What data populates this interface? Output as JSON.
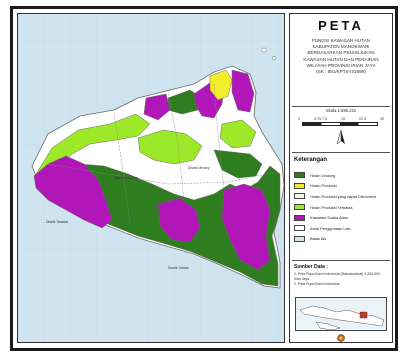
{
  "title": "PETA",
  "subtitle_lines": [
    "FUNGSI KAWASAN HUTAN",
    "KABUPATEN MANOKWARI",
    "BERDASARKAN PENUNJUKAN",
    "KAWASAN HUTAN DAN PERAIRAN",
    "WILAYAH PROVINSI IRIAN JAYA",
    "(SK : 891/KPTS-II/1999)"
  ],
  "scale_text": "Skala 1:596.222",
  "scale_labels": [
    "0",
    "3.75 7.5",
    "15",
    "22.5",
    "30"
  ],
  "legend_heading": "Keterangan",
  "legend_items": [
    {
      "label": "Hutan Lindung",
      "color": "#2e7d1f"
    },
    {
      "label": "Hutan Produksi",
      "color": "#f2ee2a"
    },
    {
      "label": "Hutan Produksi yang dapat Dikonversi",
      "color": "#f4f4f4"
    },
    {
      "label": "Hutan Produksi Terbatas",
      "color": "#9de829"
    },
    {
      "label": "Kawasan Suaka Alam",
      "color": "#b116b8"
    },
    {
      "label": "Areal Penggunaan Lain",
      "color": "#ffffff"
    },
    {
      "label": "Batas Ais",
      "color": "#d2e6f0"
    }
  ],
  "source_heading": "Sumber Data :",
  "source_lines": [
    "1. Peta Rupa Bumi Indonesia (Bakosurtanal) 1:250.000",
    "   Irian Jaya",
    "2. Peta Rupa Bumi Indonesia"
  ],
  "map_labels": [
    "Distrik Tarawai",
    "Distrik Tahota",
    "Distrik Moskona",
    "Distrik Merdey"
  ],
  "colors": {
    "sea": "#cfe4ee",
    "hutan_lindung": "#2e7d1f",
    "hutan_produksi": "#f2ee2a",
    "hutan_konversi": "#f4f4f4",
    "hutan_terbatas": "#9de829",
    "suaka_alam": "#b116b8",
    "boundary": "#8a8a8a",
    "frame": "#1a1a1a"
  },
  "icons": [
    "north-arrow-icon",
    "location-inset-map-icon",
    "logo-seal-icon"
  ]
}
